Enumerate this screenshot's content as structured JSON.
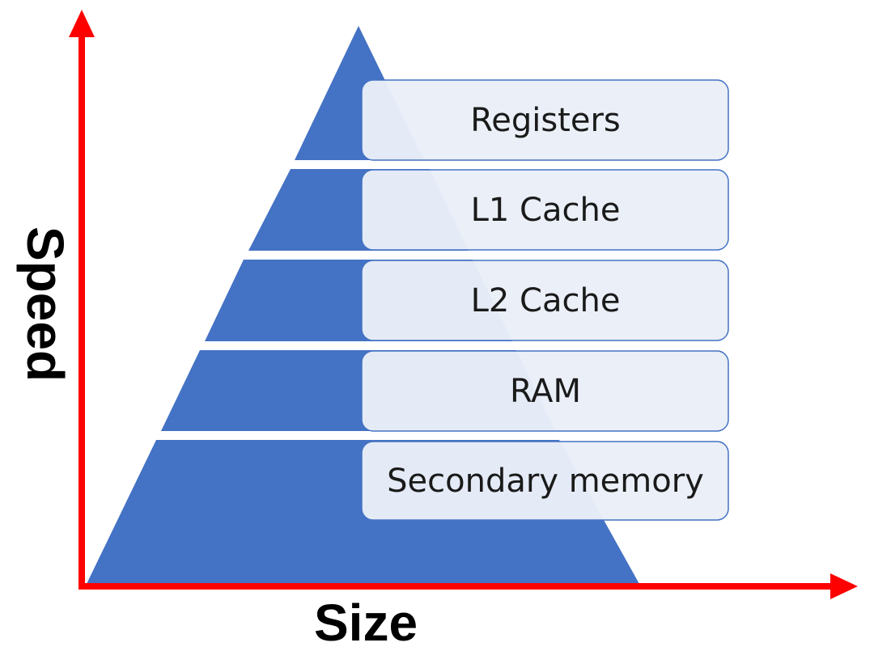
{
  "diagram": {
    "levels": [
      {
        "label": "Registers"
      },
      {
        "label": "L1 Cache"
      },
      {
        "label": "L2 Cache"
      },
      {
        "label": "RAM"
      },
      {
        "label": "Secondary memory"
      }
    ],
    "y_axis_label": "Speed",
    "x_axis_label": "Size",
    "colors": {
      "pyramid": "#4472c4",
      "axis": "#ff0000",
      "label_box_fill": "#e9eef8",
      "label_box_border": "#4472c4"
    }
  }
}
